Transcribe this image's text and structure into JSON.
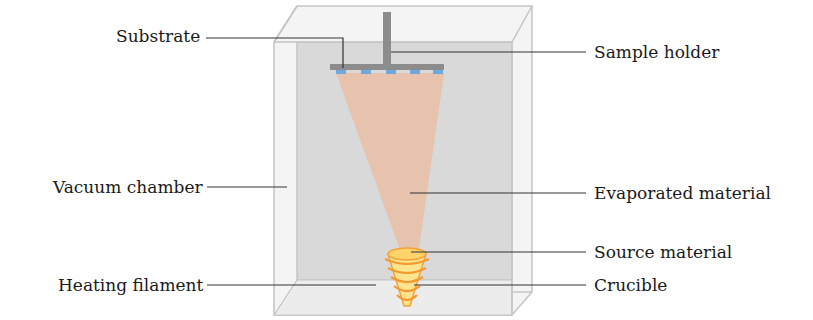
{
  "diagram": {
    "labels": [
      "Substrate",
      "Sample holder",
      "Vacuum chamber",
      "Evaporated material",
      "Source material",
      "Heating filament",
      "Crucible"
    ]
  }
}
